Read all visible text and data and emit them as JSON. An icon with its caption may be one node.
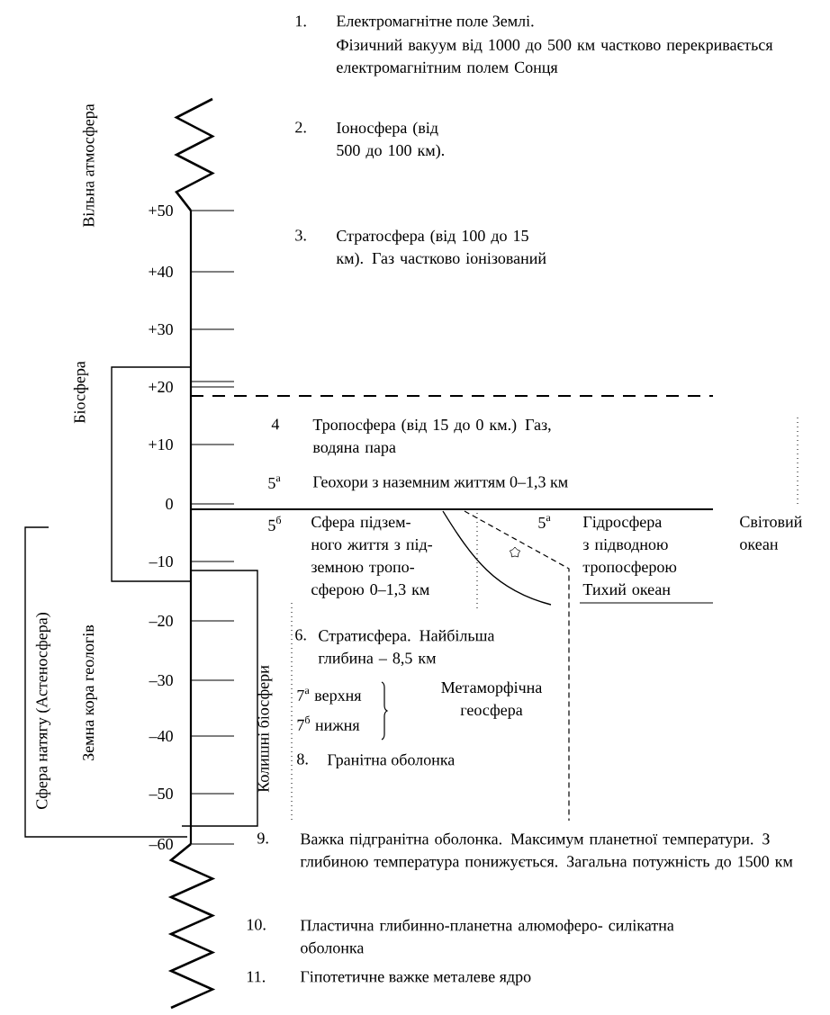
{
  "diagram": {
    "nodes": [
      {
        "text": [
          "Біосфера"
        ]
      },
      {
        "text": [
          "Сфера натягу (Астеносфера)",
          "Земна кора геологів"
        ]
      },
      {
        "text": [
          "Колишні біосфери"
        ]
      }
    ],
    "labels": [
      "1.",
      "Електромагнітне поле Землі.",
      "Фізичний вакуум від 1000 до 500 км частково перекривається електромагнітним полем Сонця",
      "Вільна атмосфера",
      "2.",
      "Іоносфера (від 500 до 100 км).",
      "3.",
      "Стратосфера (від 100 до 15 км). Газ частково іонізований",
      "+50",
      "+40",
      "+30",
      "+20",
      "+10",
      "0",
      "–10",
      "–20",
      "–30",
      "–40",
      "–50",
      "–60",
      "4",
      "Тропосфера (від 15 до 0 км.) Газ, водяна пара",
      "5$^{а}$",
      "Геохори з наземним життям 0–1,3 км",
      "5$^{б}$",
      "Сфера підзем- ного життя з під- земною тропо- сферою 0–1,3 км",
      "5$^{а}$",
      "Гідросфера з підводною тропосферою Тихий океан",
      "Світовий океан",
      "6.",
      "Стратисфера. Найбільша глибина – 8,5 км",
      "7$^{а}$ верхня",
      "7$^{б}$ нижня",
      "Метаморфічна геосфера",
      "8.",
      "Гранітна оболонка",
      "9.",
      "Важка підгранітна оболонка. Максимум планетної температури. З глибиною температура понижується. Загальна потужність до 1500 км",
      "10.",
      "Пластична глибинно-планетна алюмоферо- силікатна оболонка",
      "11.",
      "Гіпотетичне важке металеве ядро"
    ]
  }
}
